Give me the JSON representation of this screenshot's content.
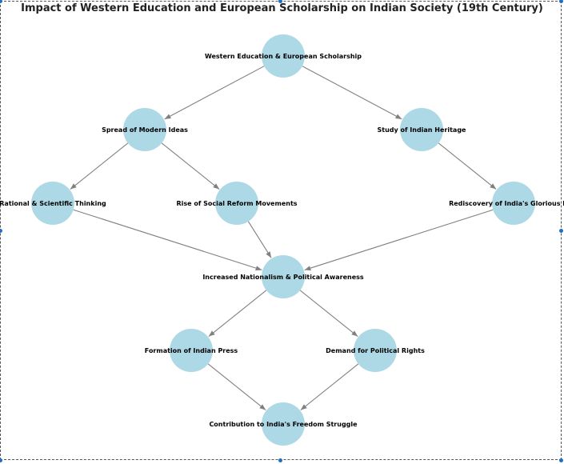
{
  "title": "Impact of Western Education and European Scholarship on Indian Society (19th Century)",
  "colors": {
    "node_fill": "#add8e6",
    "edge": "#808080",
    "selection_handle": "#1f6fc5"
  },
  "nodes": [
    {
      "id": "n0",
      "label": "Western Education & European Scholarship"
    },
    {
      "id": "n1",
      "label": "Spread of Modern Ideas"
    },
    {
      "id": "n2",
      "label": "Study of Indian Heritage"
    },
    {
      "id": "n3",
      "label": "Rational & Scientific Thinking"
    },
    {
      "id": "n4",
      "label": "Rise of Social Reform Movements"
    },
    {
      "id": "n5",
      "label": "Rediscovery of India's Glorious Past"
    },
    {
      "id": "n6",
      "label": "Increased Nationalism & Political Awareness"
    },
    {
      "id": "n7",
      "label": "Formation of Indian Press"
    },
    {
      "id": "n8",
      "label": "Demand for Political Rights"
    },
    {
      "id": "n9",
      "label": "Contribution to India's Freedom Struggle"
    }
  ],
  "edges": [
    {
      "from": "n0",
      "to": "n1"
    },
    {
      "from": "n0",
      "to": "n2"
    },
    {
      "from": "n1",
      "to": "n3"
    },
    {
      "from": "n1",
      "to": "n4"
    },
    {
      "from": "n2",
      "to": "n5"
    },
    {
      "from": "n3",
      "to": "n6"
    },
    {
      "from": "n4",
      "to": "n6"
    },
    {
      "from": "n5",
      "to": "n6"
    },
    {
      "from": "n6",
      "to": "n7"
    },
    {
      "from": "n6",
      "to": "n8"
    },
    {
      "from": "n7",
      "to": "n9"
    },
    {
      "from": "n8",
      "to": "n9"
    }
  ]
}
